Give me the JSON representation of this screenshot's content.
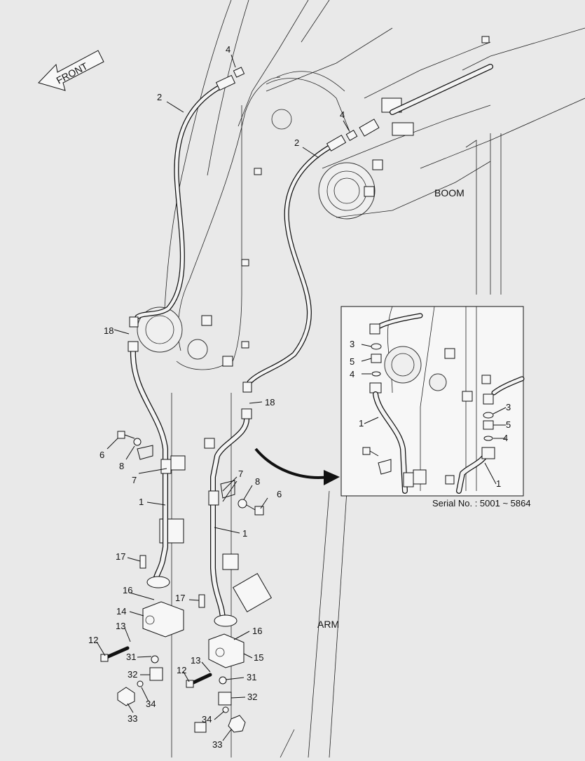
{
  "direction_label": "FRONT",
  "region_labels": {
    "boom": "BOOM",
    "arm": "ARM"
  },
  "inset": {
    "serial_label": "Serial No. : 5001 ~ 5864"
  },
  "part_callouts": {
    "hose": "2",
    "adapter": "4",
    "pipe": "1",
    "clamp": "7",
    "washer": "8",
    "bolt": "6",
    "oring_18": "18",
    "oring_3": "3",
    "fitting_5": "5",
    "block_left": "14",
    "block_right": "15",
    "oring_16": "16",
    "bolt_17": "17",
    "bolt_12": "12",
    "washer_13": "13",
    "oring_31": "31",
    "elbow_32": "32",
    "cap_33": "33",
    "oring_34": "34"
  }
}
